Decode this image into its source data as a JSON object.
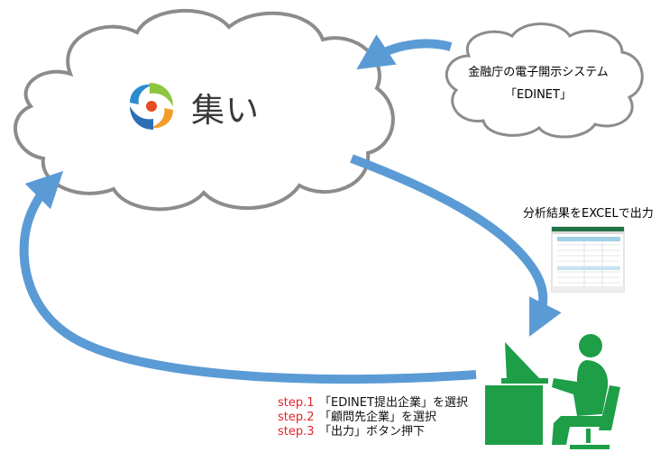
{
  "diagram": {
    "service_name": "集い",
    "source_system": {
      "line1": "金融庁の電子開示システム",
      "line2": "「EDINET」"
    },
    "output_label": "分析結果をEXCELで出力",
    "steps": [
      {
        "num": "step.1",
        "text": "「EDINET提出企業」を選択"
      },
      {
        "num": "step.2",
        "text": "「顧問先企業」を選択"
      },
      {
        "num": "step.3",
        "text": "「出力」ボタン押下"
      }
    ],
    "icons": {
      "logo": "swirl-logo-icon",
      "user": "user-at-desk-icon",
      "spreadsheet": "excel-spreadsheet-icon"
    },
    "colors": {
      "arrow": "#5b9bd5",
      "cloud_stroke": "#8c8c8c",
      "user_green": "#1e9e47",
      "step_red": "#e0252b"
    }
  }
}
